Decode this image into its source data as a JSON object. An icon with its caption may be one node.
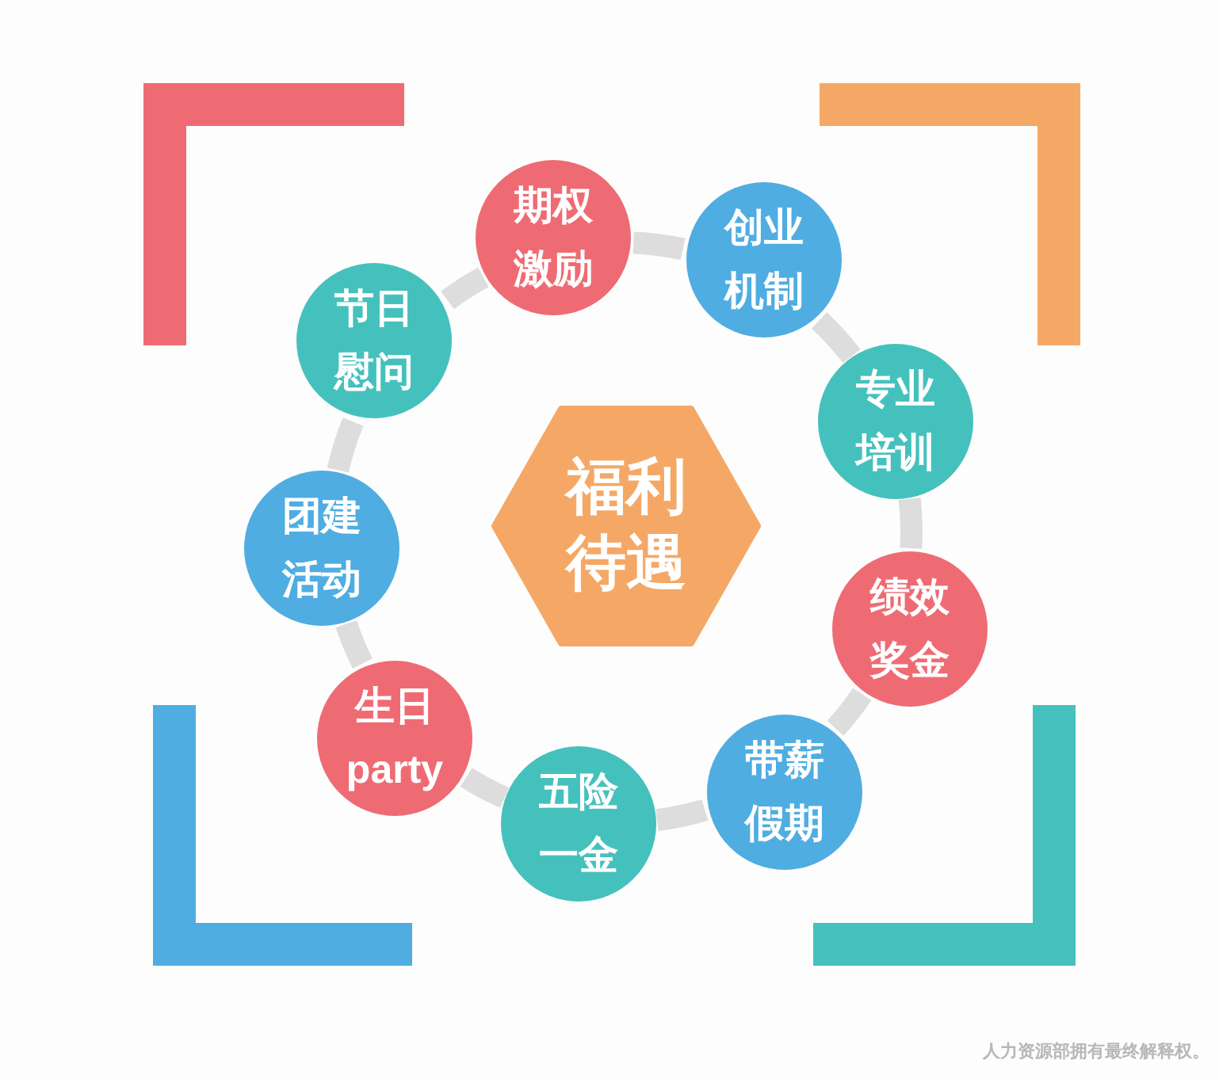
{
  "diagram": {
    "nodes": [
      {
        "text": [
          "福利待遇"
        ]
      },
      {
        "text": [
          "期权激励"
        ]
      },
      {
        "text": [
          "创业机制"
        ]
      },
      {
        "text": [
          "节日慰问"
        ]
      },
      {
        "text": [
          "专业培训"
        ]
      },
      {
        "text": [
          "团建活动"
        ]
      },
      {
        "text": [
          "绩效奖金"
        ]
      },
      {
        "text": [
          "生日party"
        ]
      },
      {
        "text": [
          "带薪假期"
        ]
      },
      {
        "text": [
          "五险一金"
        ]
      }
    ],
    "edges": [
      {
        "from": 1,
        "to": 2,
        "arrow": "none"
      },
      {
        "from": 2,
        "to": 4,
        "arrow": "none"
      },
      {
        "from": 4,
        "to": 6,
        "arrow": "none"
      },
      {
        "from": 6,
        "to": 8,
        "arrow": "none"
      },
      {
        "from": 8,
        "to": 9,
        "arrow": "none"
      },
      {
        "from": 9,
        "to": 7,
        "arrow": "none"
      },
      {
        "from": 7,
        "to": 5,
        "arrow": "none"
      },
      {
        "from": 5,
        "to": 3,
        "arrow": "none"
      },
      {
        "from": 3,
        "to": 1,
        "arrow": "none"
      }
    ],
    "labels": [
      "人力资源部拥有最终解释权。"
    ]
  }
}
